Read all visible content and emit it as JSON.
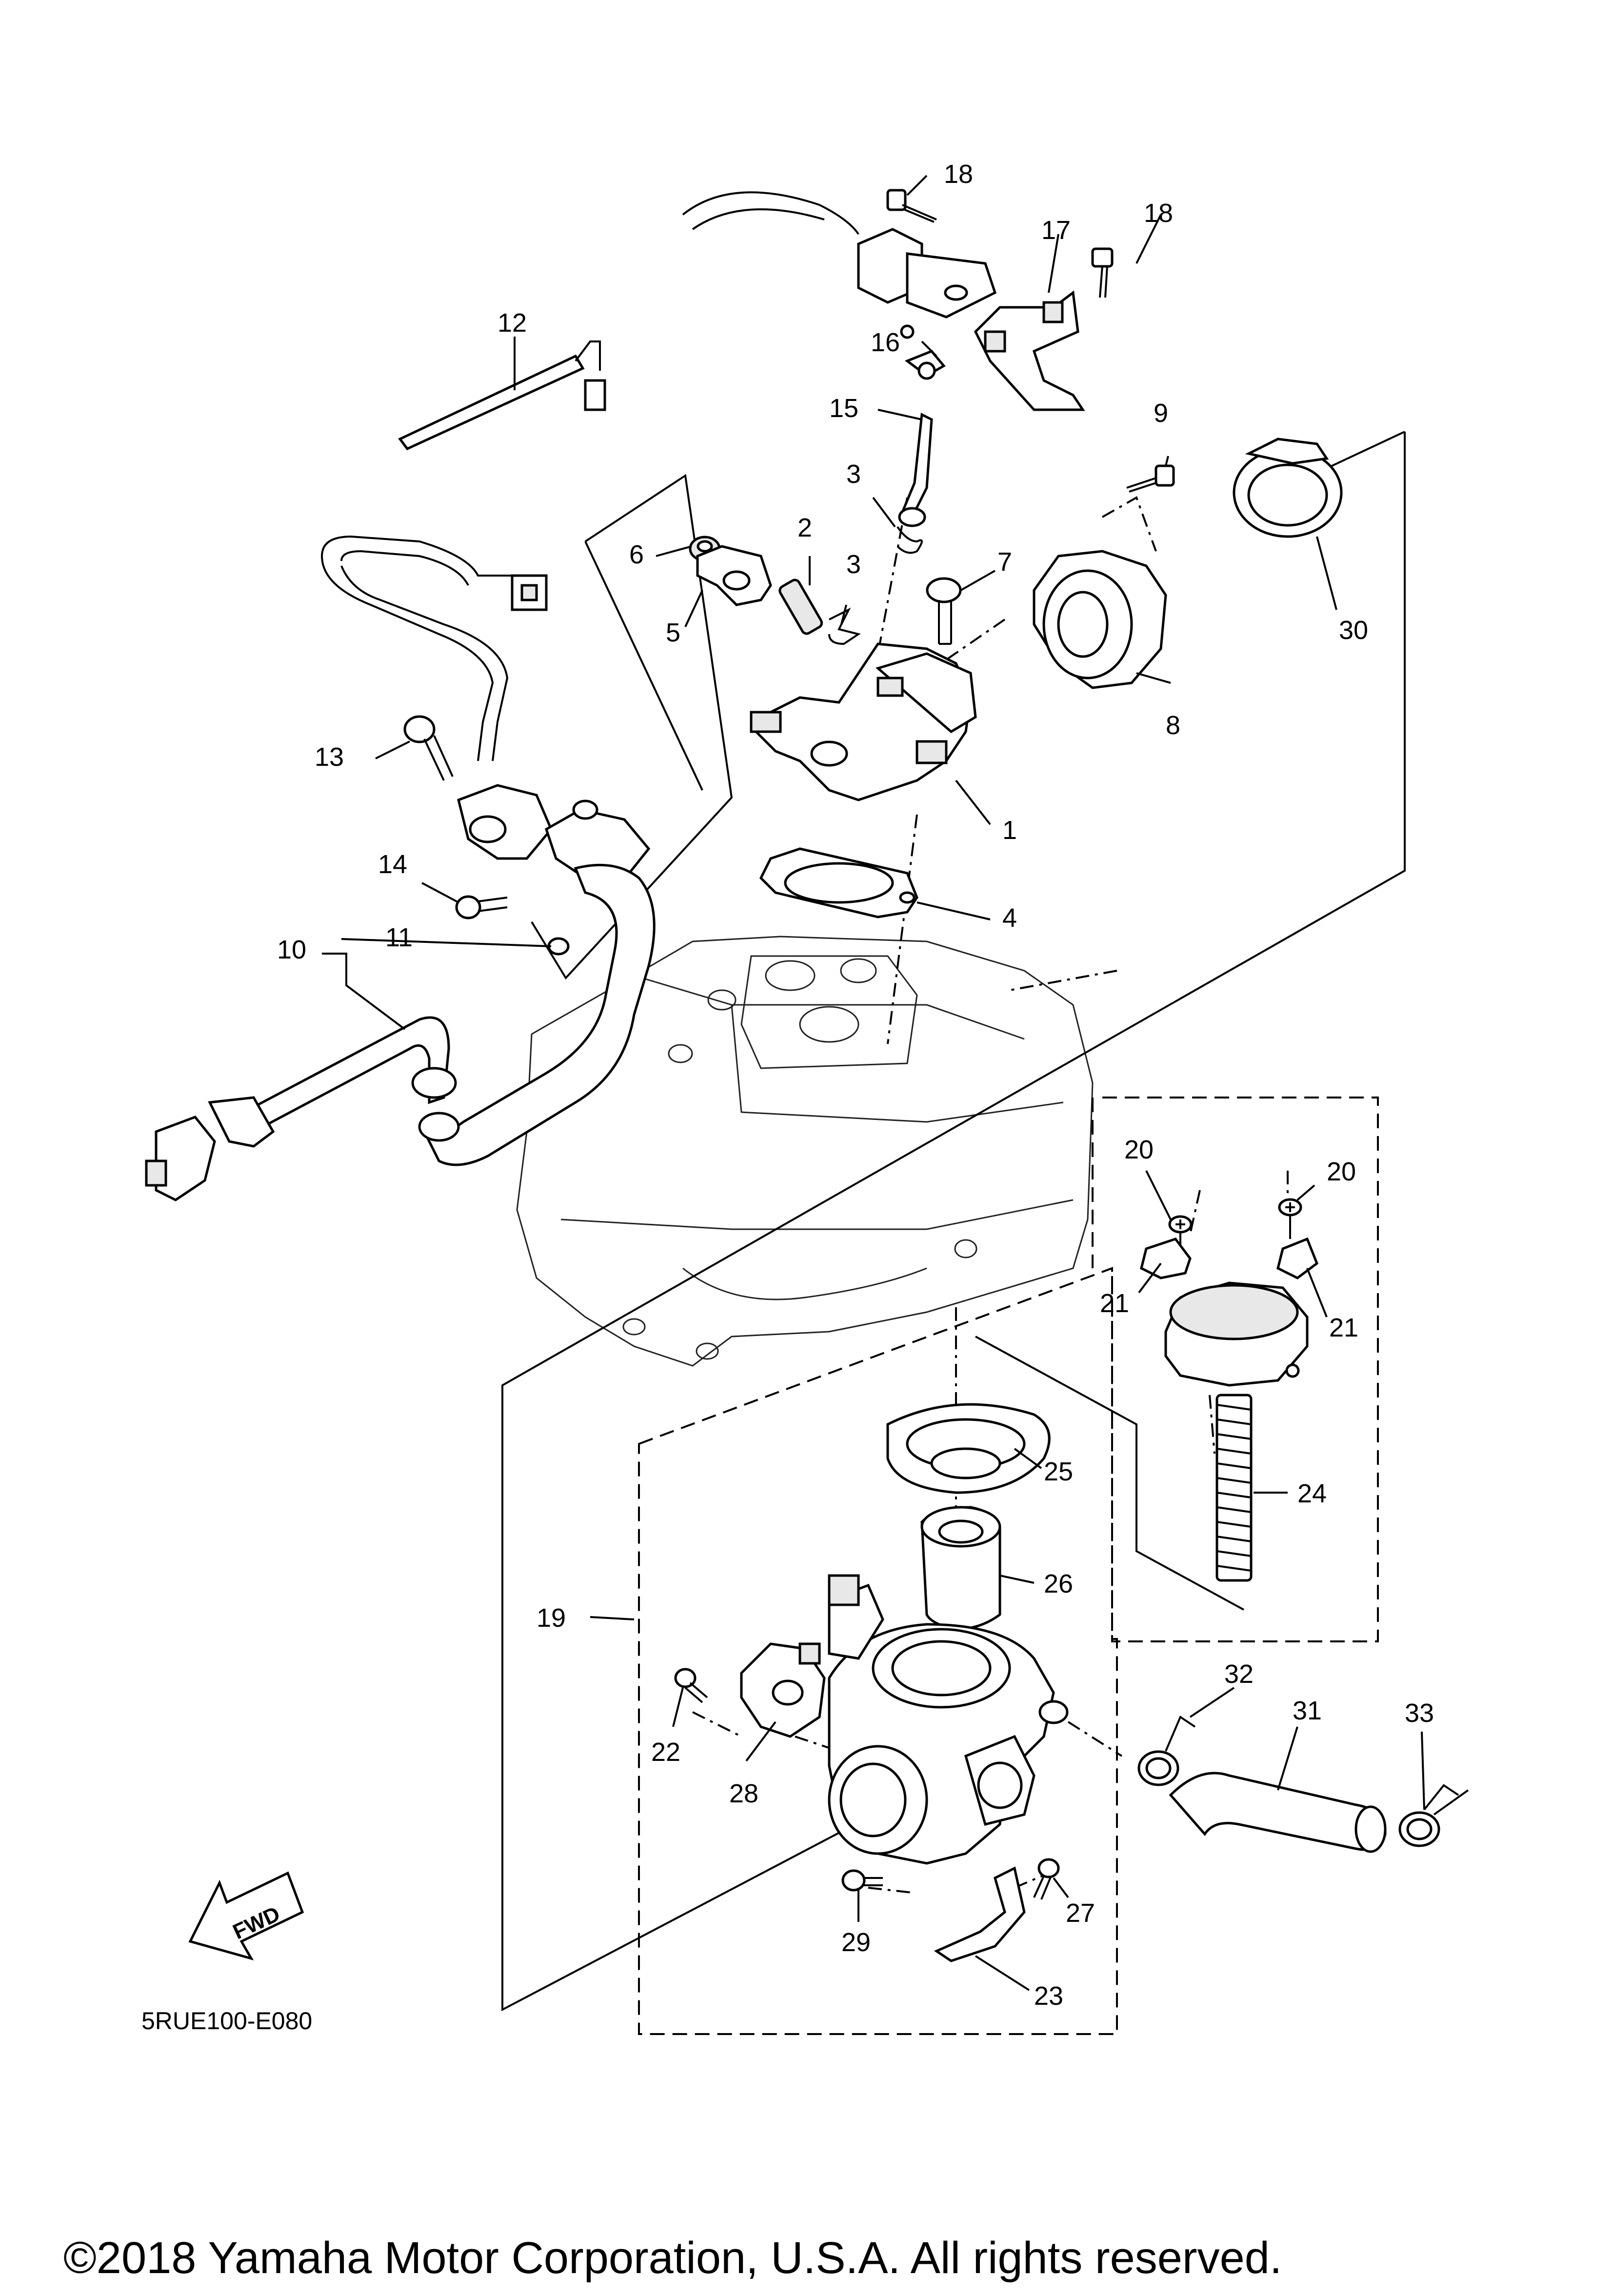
{
  "diagram_code": "5RUE100-E080",
  "copyright": "©2018 Yamaha Motor Corporation, U.S.A. All rights reserved.",
  "direction_arrow_text": "FWD",
  "callouts": [
    "1",
    "2",
    "3",
    "3",
    "4",
    "5",
    "6",
    "7",
    "8",
    "9",
    "10",
    "11",
    "12",
    "13",
    "14",
    "15",
    "16",
    "17",
    "18",
    "18",
    "19",
    "20",
    "20",
    "21",
    "21",
    "22",
    "23",
    "24",
    "25",
    "26",
    "27",
    "28",
    "29",
    "30",
    "31",
    "32",
    "33"
  ]
}
